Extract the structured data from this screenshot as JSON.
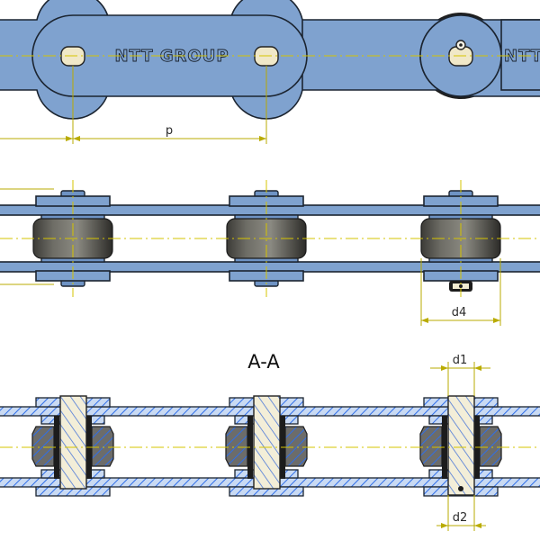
{
  "brand": "NTT GROUP",
  "section_title": "A-A",
  "dimensions": {
    "pitch": "p",
    "d1": "d1",
    "d2": "d2",
    "d4": "d4"
  },
  "colors": {
    "plate": "#7fa2cf",
    "outline": "#1b2430",
    "center_line": "#d6c400",
    "pin": "#f2ecd2",
    "roller": "#5b5b55",
    "hatch": "#2f6ee8"
  }
}
